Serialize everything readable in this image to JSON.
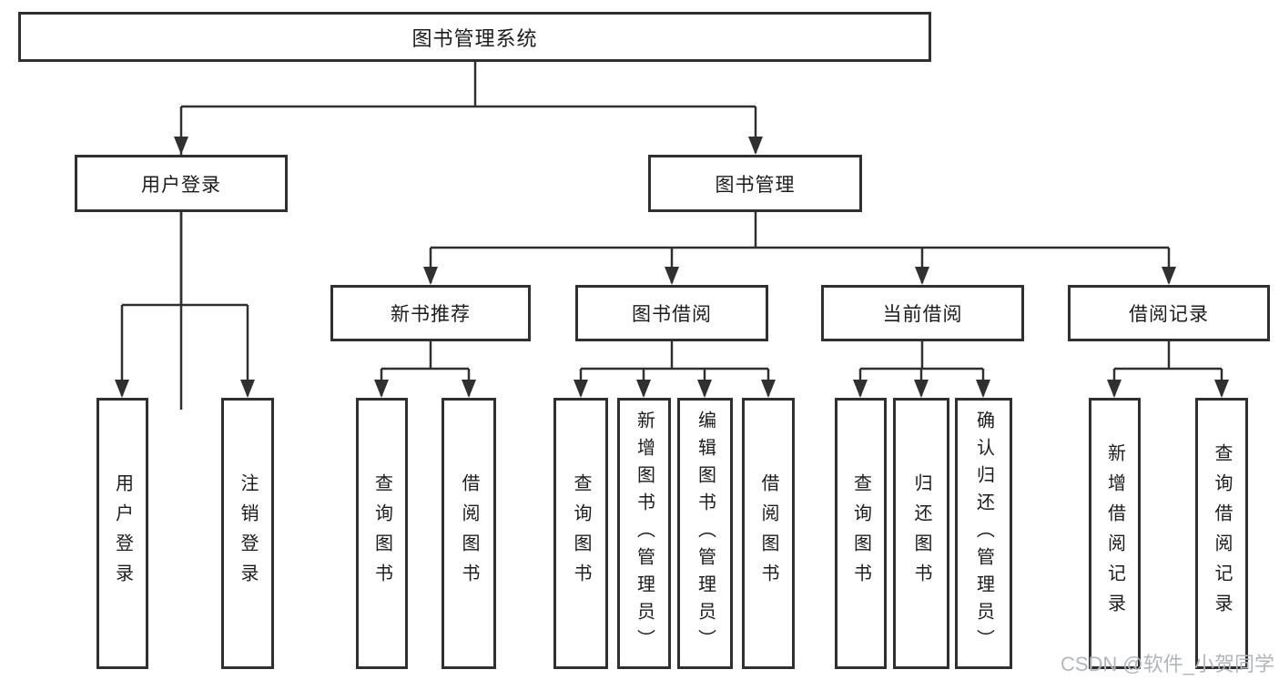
{
  "tree": {
    "label": "图书管理系统",
    "children": [
      {
        "label": "用户登录",
        "children": [
          {
            "label": "用户登录"
          },
          {
            "label": "注销登录"
          }
        ]
      },
      {
        "label": "图书管理",
        "children": [
          {
            "label": "新书推荐",
            "children": [
              {
                "label": "查询图书"
              },
              {
                "label": "借阅图书"
              }
            ]
          },
          {
            "label": "图书借阅",
            "children": [
              {
                "label": "查询图书"
              },
              {
                "label": "新增图书（管理员）"
              },
              {
                "label": "编辑图书（管理员）"
              },
              {
                "label": "借阅图书"
              }
            ]
          },
          {
            "label": "当前借阅",
            "children": [
              {
                "label": "查询图书"
              },
              {
                "label": "归还图书"
              },
              {
                "label": "确认归还（管理员）"
              }
            ]
          },
          {
            "label": "借阅记录",
            "children": [
              {
                "label": "新增借阅记录"
              },
              {
                "label": "查询借阅记录"
              }
            ]
          }
        ]
      }
    ]
  },
  "watermark": {
    "text": "CSDN @软件_小贺同学"
  },
  "colors": {
    "line": "#303030",
    "box_border": "#303030",
    "box_fill": "#ffffff",
    "text": "#1c1c1c",
    "watermark": "#b2b6bc",
    "background": "#ffffff"
  }
}
